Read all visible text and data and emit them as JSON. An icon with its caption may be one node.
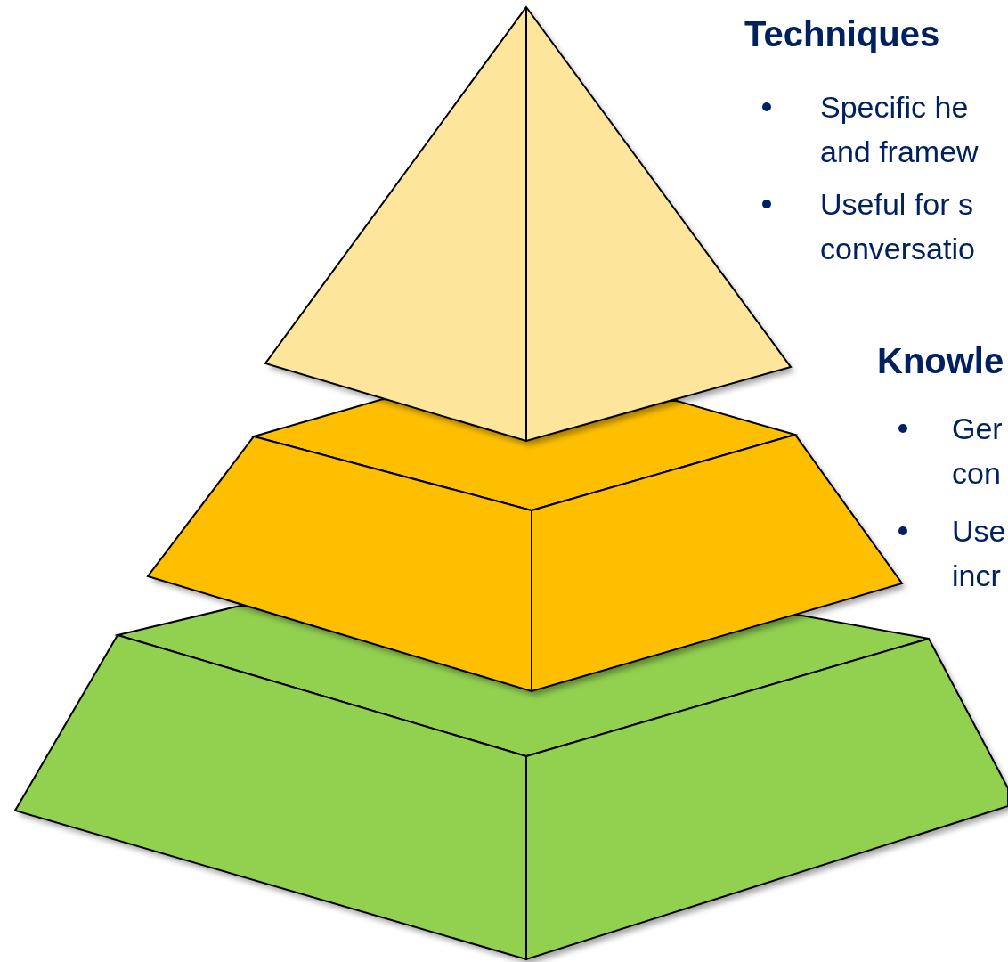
{
  "diagram": {
    "labels": [
      "Techniques",
      "Specific he and framew",
      "Useful for s conversatio",
      "Knowle",
      "Ger con",
      "Use incr"
    ]
  }
}
